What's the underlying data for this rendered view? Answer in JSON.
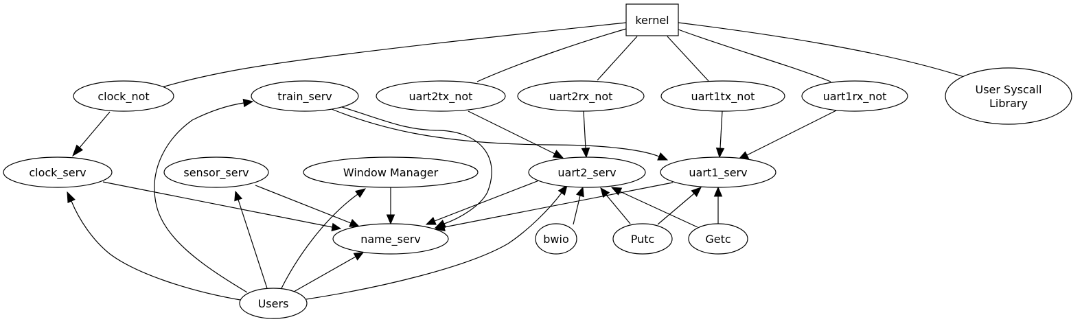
{
  "nodes": [
    {
      "id": "kernel",
      "label": [
        "kernel"
      ]
    },
    {
      "id": "clock_not",
      "label": [
        "clock_not"
      ]
    },
    {
      "id": "train_serv",
      "label": [
        "train_serv"
      ]
    },
    {
      "id": "uart2tx_not",
      "label": [
        "uart2tx_not"
      ]
    },
    {
      "id": "uart2rx_not",
      "label": [
        "uart2rx_not"
      ]
    },
    {
      "id": "uart1tx_not",
      "label": [
        "uart1tx_not"
      ]
    },
    {
      "id": "uart1rx_not",
      "label": [
        "uart1rx_not"
      ]
    },
    {
      "id": "syscall",
      "label": [
        "User Syscall",
        "Library"
      ]
    },
    {
      "id": "clock_serv",
      "label": [
        "clock_serv"
      ]
    },
    {
      "id": "sensor_serv",
      "label": [
        "sensor_serv"
      ]
    },
    {
      "id": "window_manager",
      "label": [
        "Window Manager"
      ]
    },
    {
      "id": "uart2_serv",
      "label": [
        "uart2_serv"
      ]
    },
    {
      "id": "uart1_serv",
      "label": [
        "uart1_serv"
      ]
    },
    {
      "id": "name_serv",
      "label": [
        "name_serv"
      ]
    },
    {
      "id": "bwio",
      "label": [
        "bwio"
      ]
    },
    {
      "id": "putc",
      "label": [
        "Putc"
      ]
    },
    {
      "id": "getc",
      "label": [
        "Getc"
      ]
    },
    {
      "id": "users",
      "label": [
        "Users"
      ]
    }
  ],
  "edges": [
    {
      "from": "kernel",
      "to": "clock_not",
      "directed": false
    },
    {
      "from": "kernel",
      "to": "uart2tx_not",
      "directed": false
    },
    {
      "from": "kernel",
      "to": "uart2rx_not",
      "directed": false
    },
    {
      "from": "kernel",
      "to": "uart1tx_not",
      "directed": false
    },
    {
      "from": "kernel",
      "to": "uart1rx_not",
      "directed": false
    },
    {
      "from": "kernel",
      "to": "syscall",
      "directed": false
    },
    {
      "from": "clock_not",
      "to": "clock_serv",
      "directed": true
    },
    {
      "from": "uart2tx_not",
      "to": "uart2_serv",
      "directed": true
    },
    {
      "from": "uart2rx_not",
      "to": "uart2_serv",
      "directed": true
    },
    {
      "from": "uart1tx_not",
      "to": "uart1_serv",
      "directed": true
    },
    {
      "from": "uart1rx_not",
      "to": "uart1_serv",
      "directed": true
    },
    {
      "from": "train_serv",
      "to": "uart1_serv",
      "directed": true
    },
    {
      "from": "train_serv",
      "to": "name_serv",
      "directed": true
    },
    {
      "from": "clock_serv",
      "to": "name_serv",
      "directed": true
    },
    {
      "from": "sensor_serv",
      "to": "name_serv",
      "directed": true
    },
    {
      "from": "window_manager",
      "to": "name_serv",
      "directed": true
    },
    {
      "from": "uart2_serv",
      "to": "name_serv",
      "directed": true
    },
    {
      "from": "uart1_serv",
      "to": "name_serv",
      "directed": true
    },
    {
      "from": "bwio",
      "to": "uart2_serv",
      "directed": true
    },
    {
      "from": "putc",
      "to": "uart2_serv",
      "directed": true
    },
    {
      "from": "putc",
      "to": "uart1_serv",
      "directed": true
    },
    {
      "from": "getc",
      "to": "uart2_serv",
      "directed": true
    },
    {
      "from": "getc",
      "to": "uart1_serv",
      "directed": true
    },
    {
      "from": "users",
      "to": "clock_serv",
      "directed": true
    },
    {
      "from": "users",
      "to": "train_serv",
      "directed": true
    },
    {
      "from": "users",
      "to": "sensor_serv",
      "directed": true
    },
    {
      "from": "users",
      "to": "window_manager",
      "directed": true
    },
    {
      "from": "users",
      "to": "name_serv",
      "directed": true
    },
    {
      "from": "users",
      "to": "uart2_serv",
      "directed": true
    }
  ]
}
